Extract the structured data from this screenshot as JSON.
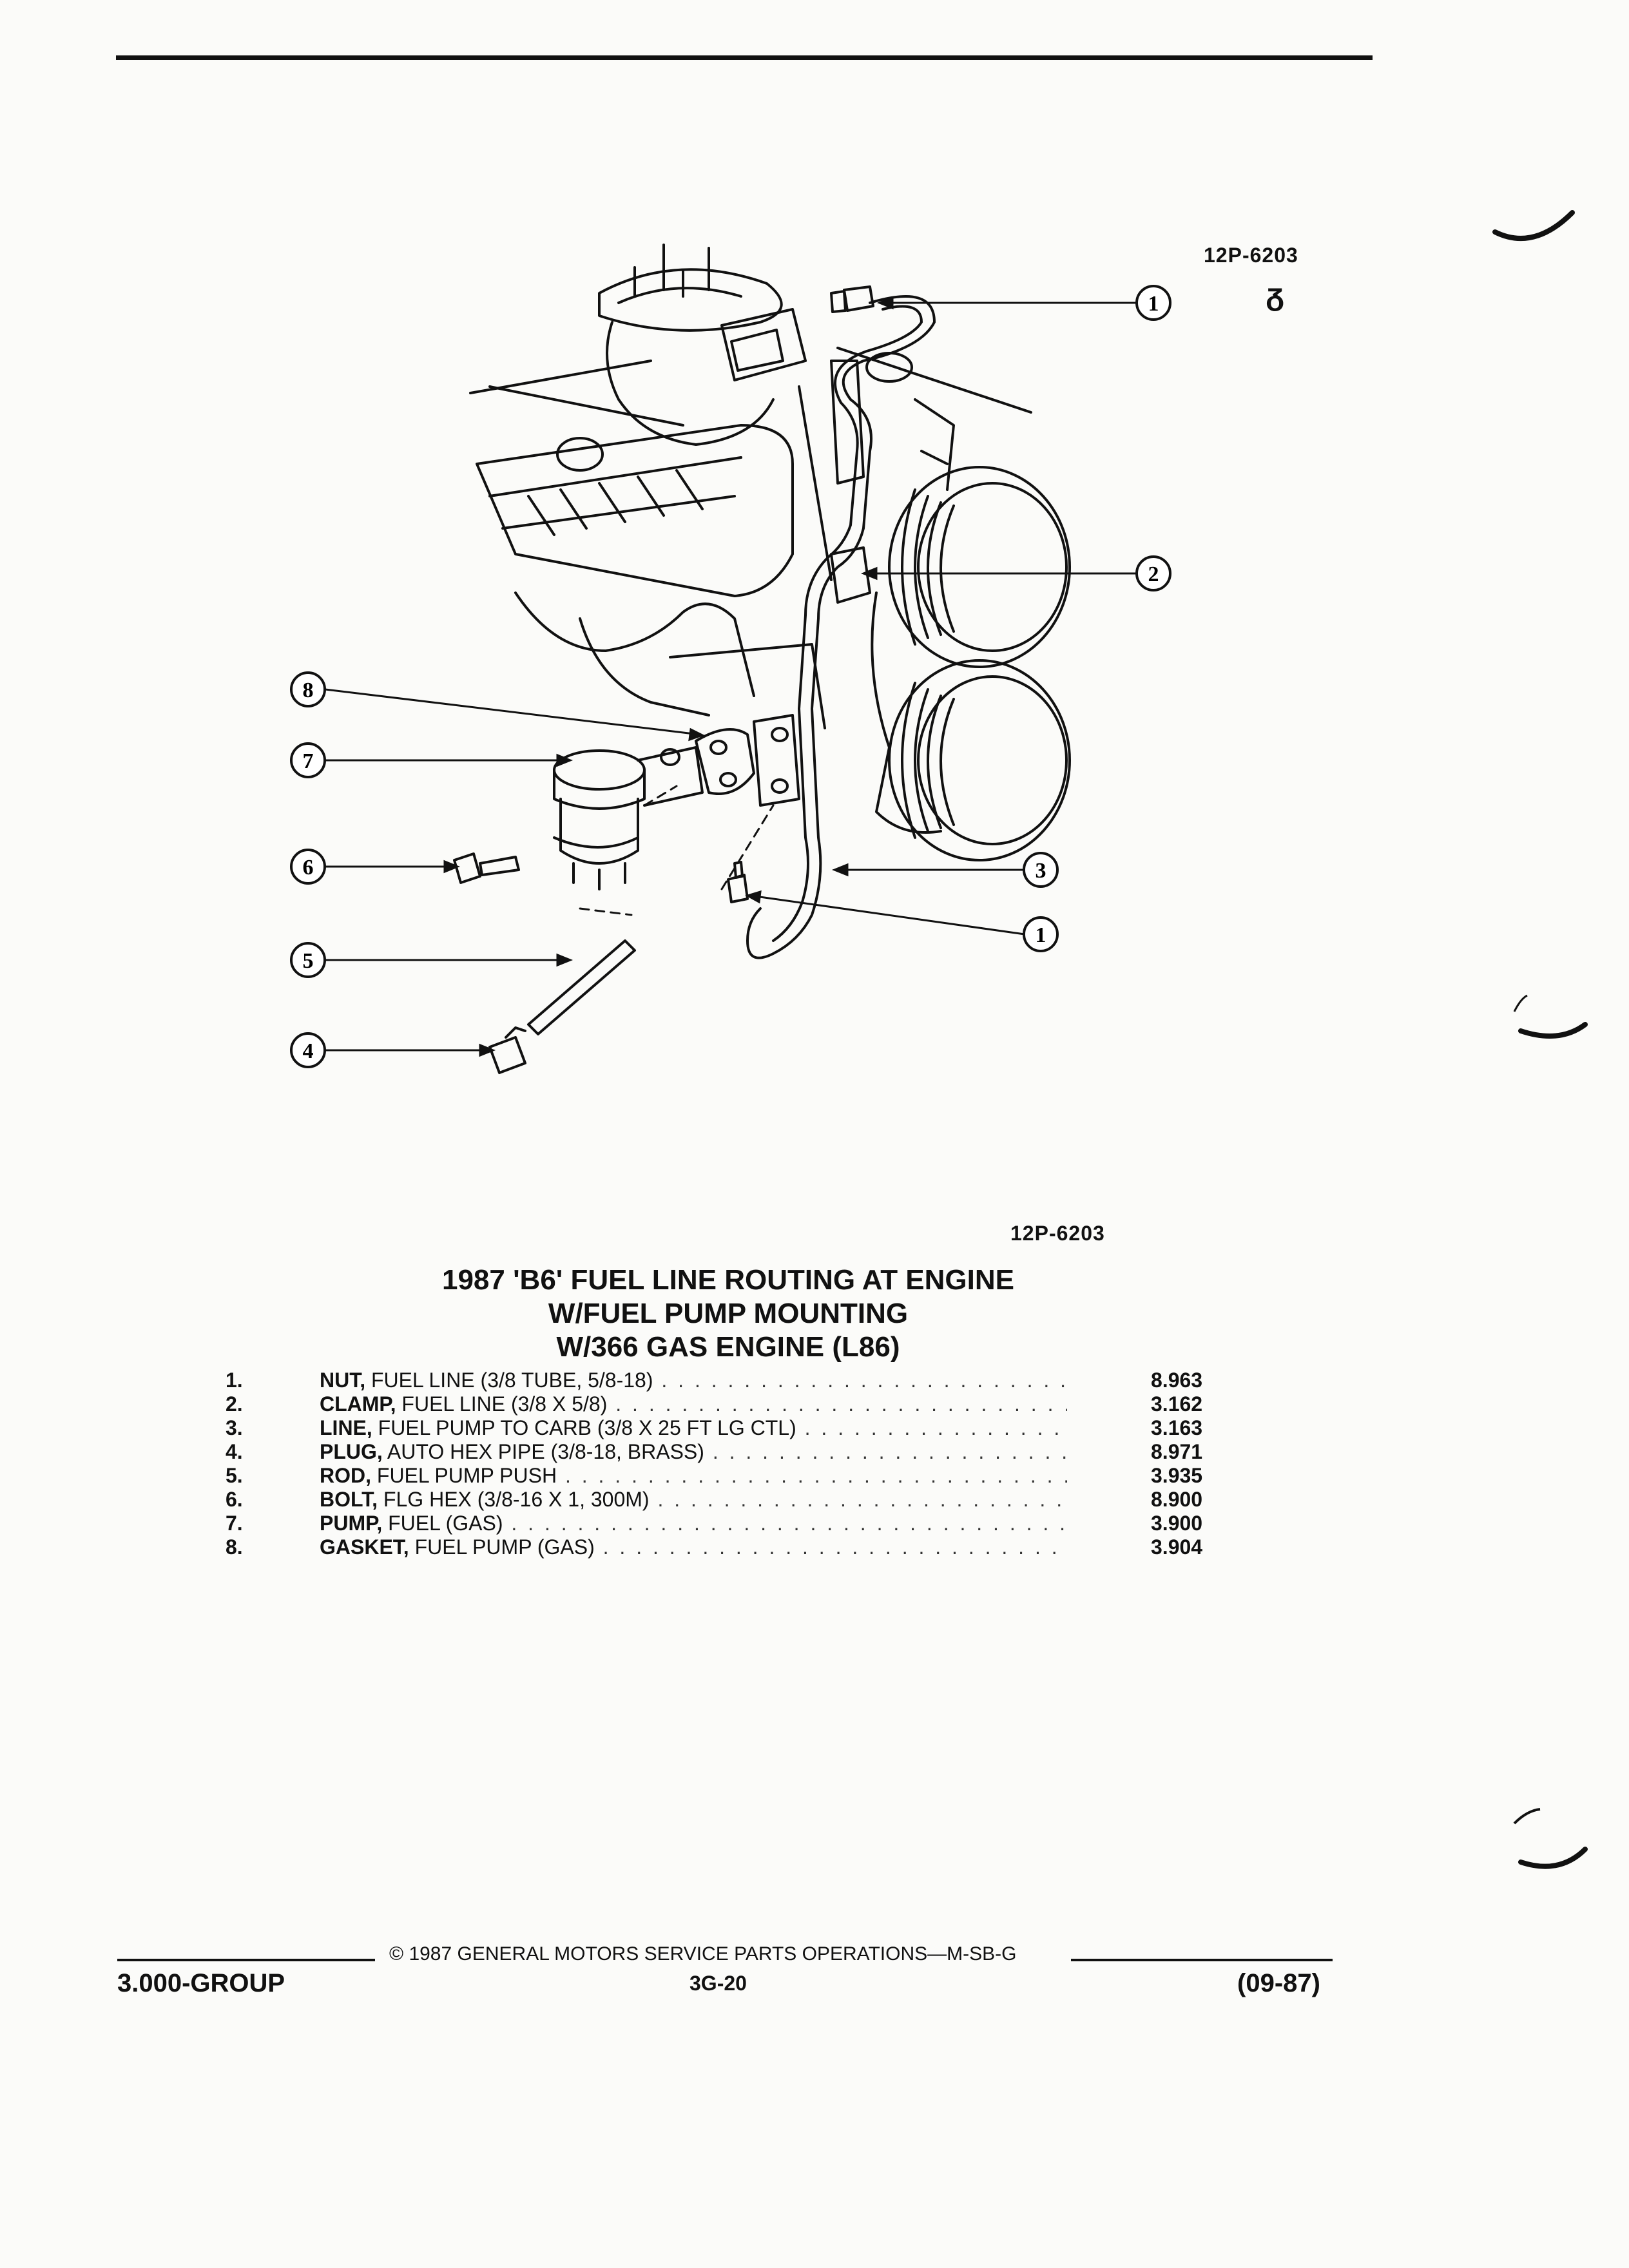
{
  "header": {
    "ref_top": "12P-6203",
    "logo_glyph": "ᵹ"
  },
  "diagram": {
    "callouts": [
      "1",
      "2",
      "3",
      "1",
      "4",
      "5",
      "6",
      "7",
      "8"
    ]
  },
  "caption": {
    "ref": "12P-6203",
    "title_line1": "1987 'B6' FUEL LINE ROUTING AT ENGINE",
    "title_line2": "W/FUEL PUMP MOUNTING",
    "title_line3": "W/366 GAS ENGINE (L86)"
  },
  "parts": [
    {
      "num": "1.",
      "name": "NUT,",
      "desc": " FUEL LINE (3/8 TUBE, 5/8-18)",
      "code": "8.963"
    },
    {
      "num": "2.",
      "name": "CLAMP,",
      "desc": " FUEL LINE (3/8 X 5/8)",
      "code": "3.162"
    },
    {
      "num": "3.",
      "name": "LINE,",
      "desc": " FUEL PUMP TO CARB (3/8 X 25 FT LG CTL)",
      "code": "3.163"
    },
    {
      "num": "4.",
      "name": "PLUG,",
      "desc": " AUTO HEX PIPE (3/8-18, BRASS)",
      "code": "8.971"
    },
    {
      "num": "5.",
      "name": "ROD,",
      "desc": " FUEL PUMP PUSH",
      "code": "3.935"
    },
    {
      "num": "6.",
      "name": "BOLT,",
      "desc": " FLG HEX (3/8-16 X 1, 300M)",
      "code": "8.900"
    },
    {
      "num": "7.",
      "name": "PUMP,",
      "desc": " FUEL (GAS)",
      "code": "3.900"
    },
    {
      "num": "8.",
      "name": "GASKET,",
      "desc": " FUEL PUMP (GAS)",
      "code": "3.904"
    }
  ],
  "footer": {
    "copyright": "©  1987  GENERAL MOTORS SERVICE PARTS OPERATIONS—M-SB-G",
    "group": "3.000-GROUP",
    "page": "3G-20",
    "date": "(09-87)"
  }
}
